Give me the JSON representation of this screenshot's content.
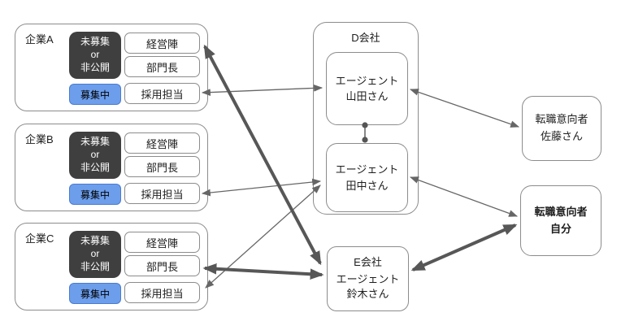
{
  "diagram": {
    "companies": [
      {
        "label": "企業A",
        "status_closed": "未募集\nor\n非公開",
        "status_open": "募集中",
        "roles": [
          "経営陣",
          "部門長",
          "採用担当"
        ]
      },
      {
        "label": "企業B",
        "status_closed": "未募集\nor\n非公開",
        "status_open": "募集中",
        "roles": [
          "経営陣",
          "部門長",
          "採用担当"
        ]
      },
      {
        "label": "企業C",
        "status_closed": "未募集\nor\n非公開",
        "status_open": "募集中",
        "roles": [
          "経営陣",
          "部門長",
          "採用担当"
        ]
      }
    ],
    "agency_d": {
      "title": "D会社",
      "agents": [
        "エージェント\n山田さん",
        "エージェント\n田中さん"
      ]
    },
    "agency_e": {
      "title": "E会社",
      "agent": "エージェント\n鈴木さん"
    },
    "seekers": [
      {
        "label": "転職意向者\n佐藤さん",
        "emphasis": false
      },
      {
        "label": "転職意向者\n自分",
        "emphasis": true
      }
    ],
    "connections": [
      {
        "from": "企業A 採用担当",
        "to": "エージェント山田さん",
        "style": "thin-double-arrow"
      },
      {
        "from": "企業B 採用担当",
        "to": "エージェント田中さん",
        "style": "thin-double-arrow"
      },
      {
        "from": "企業C 採用担当",
        "to": "エージェント田中さん",
        "style": "thin-double-arrow"
      },
      {
        "from": "エージェント山田さん",
        "to": "転職意向者 佐藤さん",
        "style": "thin-double-arrow"
      },
      {
        "from": "エージェント田中さん",
        "to": "転職意向者 自分",
        "style": "thin-double-arrow"
      },
      {
        "from": "企業A 経営陣",
        "to": "E会社",
        "style": "thick-double-arrow"
      },
      {
        "from": "企業C 部門長",
        "to": "E会社",
        "style": "thick-double-arrow"
      },
      {
        "from": "E会社",
        "to": "転職意向者 自分",
        "style": "thick-double-arrow"
      },
      {
        "from": "エージェント山田さん",
        "to": "エージェント田中さん",
        "style": "dot-connector"
      }
    ],
    "colors": {
      "badge_dark": "#3f3f3f",
      "badge_dark_text": "#ffffff",
      "badge_open": "#6d9eeb",
      "box_border": "#8c8c8c",
      "arrow_thin": "#666666",
      "arrow_thick": "#575757",
      "background": "#ffffff"
    }
  }
}
